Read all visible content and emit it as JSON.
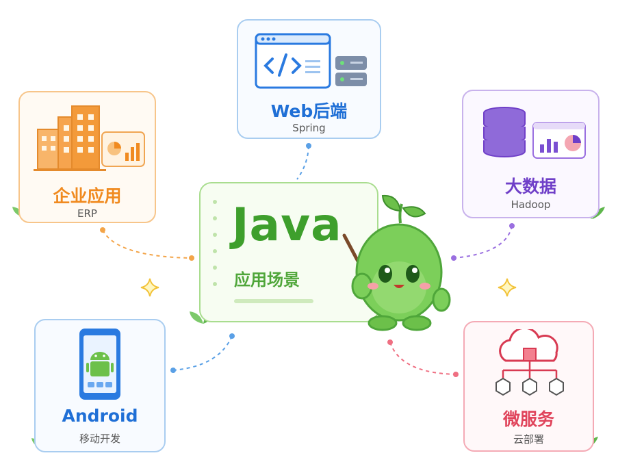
{
  "center": {
    "title": "Java",
    "subtitle": "应用场景"
  },
  "cards": {
    "enterprise": {
      "title": "企业应用",
      "sub": "ERP",
      "color": "#f08a1f"
    },
    "web": {
      "title": "Web后端",
      "sub": "Spring",
      "color": "#1f6fd6"
    },
    "bigdata": {
      "title": "大数据",
      "sub": "Hadoop",
      "color": "#6f3fc8"
    },
    "android": {
      "title": "Android",
      "sub": "移动开发",
      "color": "#1f6fd6"
    },
    "micro": {
      "title": "微服务",
      "sub": "云部署",
      "color": "#e0445b"
    }
  },
  "icons": {
    "enterprise": "office-building-icon",
    "web": "code-window-server-icon",
    "bigdata": "database-chart-icon",
    "android": "android-phone-icon",
    "micro": "cloud-network-icon",
    "mascot": "green-sprout-mascot"
  }
}
